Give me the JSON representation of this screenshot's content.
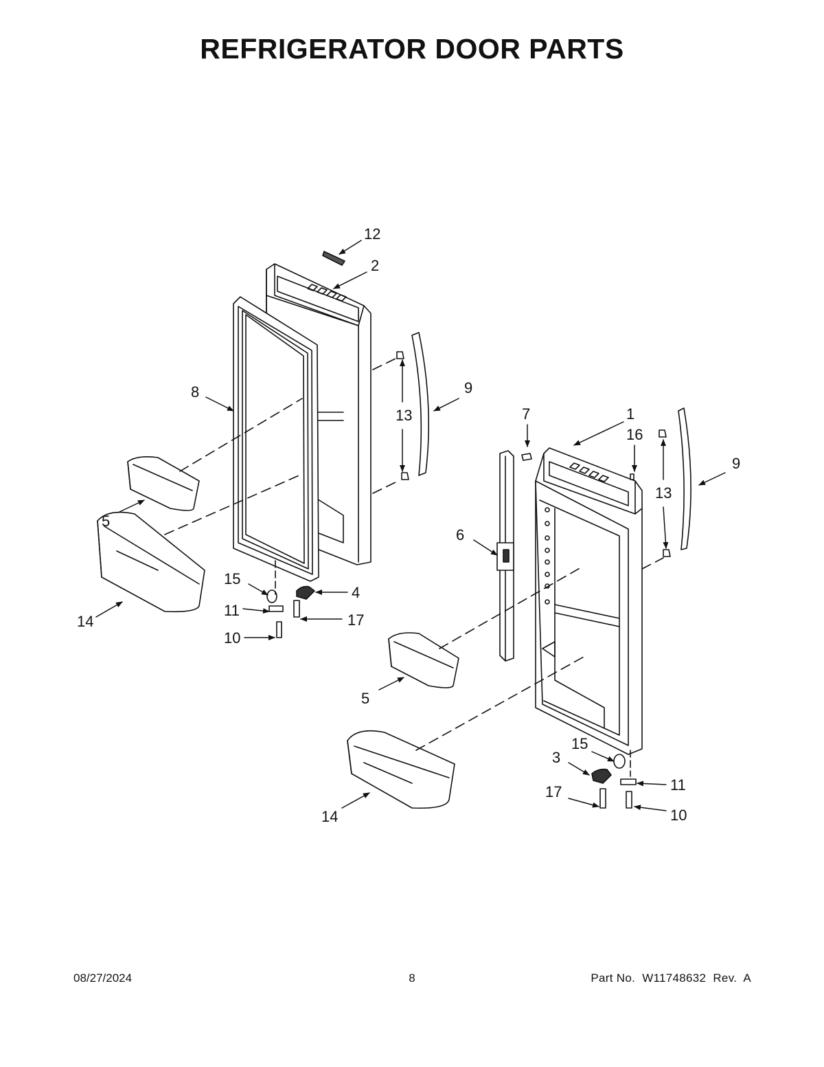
{
  "title": "REFRIGERATOR DOOR PARTS",
  "callouts": {
    "left": {
      "c12": "12",
      "c2": "2",
      "c8": "8",
      "c9": "9",
      "c13": "13",
      "c5": "5",
      "c14": "14",
      "c15": "15",
      "c4": "4",
      "c11": "11",
      "c17": "17",
      "c10": "10"
    },
    "right": {
      "c7": "7",
      "c1": "1",
      "c16": "16",
      "c9": "9",
      "c13": "13",
      "c6": "6",
      "c5": "5",
      "c14": "14",
      "c15": "15",
      "c3": "3",
      "c11": "11",
      "c17": "17",
      "c10": "10"
    }
  },
  "footer": {
    "date": "08/27/2024",
    "page": "8",
    "part": "Part No.  W11748632  Rev.  A"
  }
}
